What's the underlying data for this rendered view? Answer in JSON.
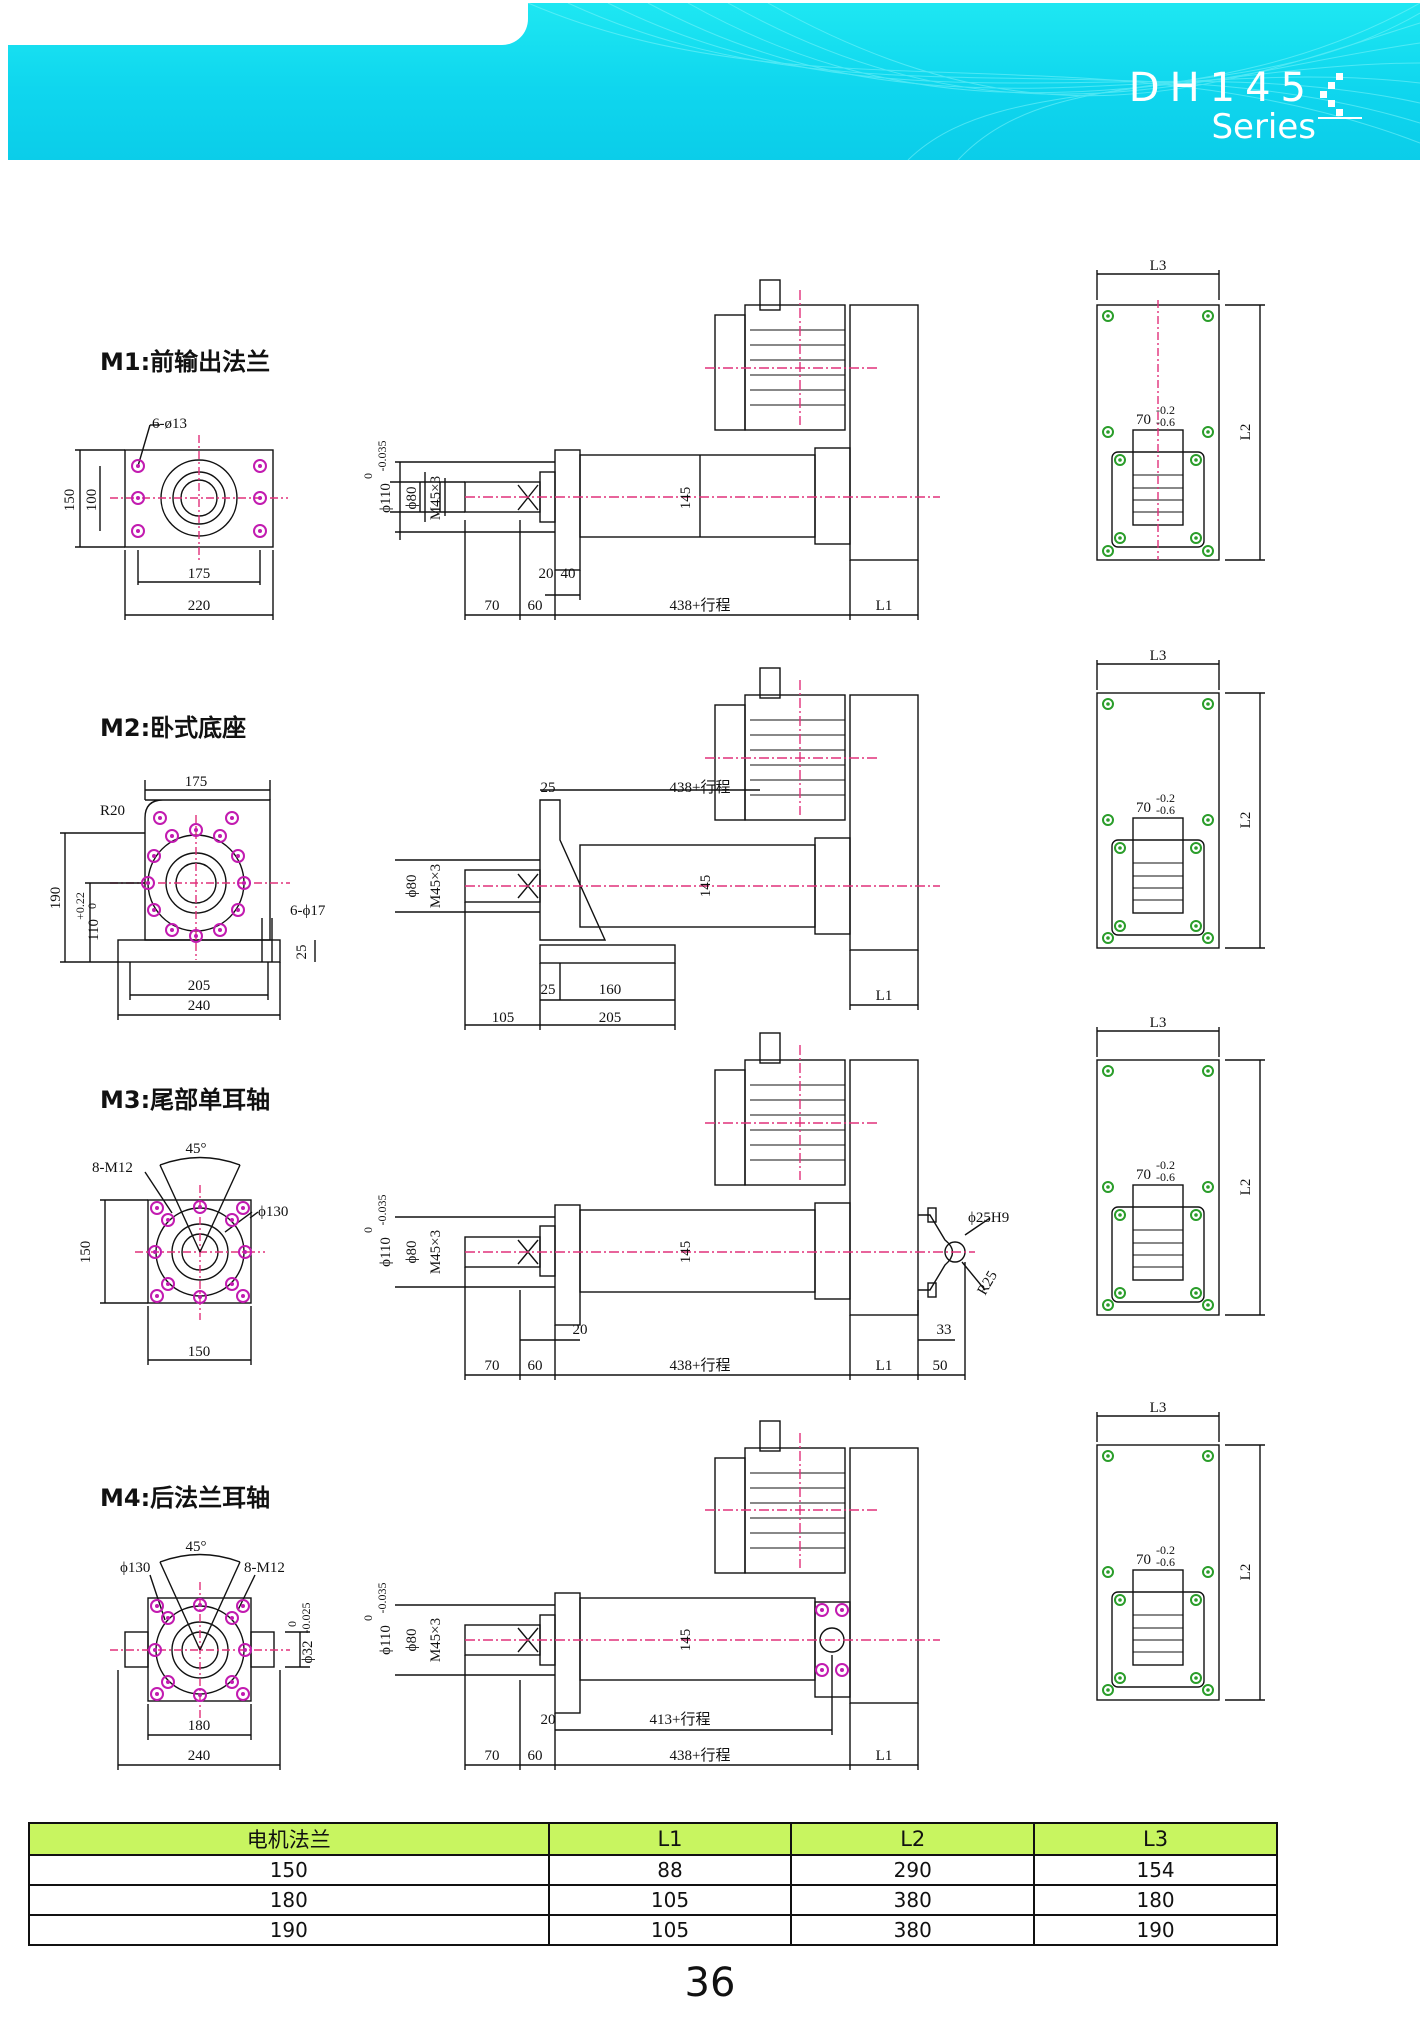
{
  "header": {
    "model": "DH145",
    "series": "Series"
  },
  "sections": [
    {
      "title": "M1:前输出法兰",
      "front": {
        "holes": "6-ø13",
        "height_outer": "150",
        "height_inner": "100",
        "width_inner": "175",
        "width_outer": "220"
      },
      "side": {
        "dia_tol": "ϕ110",
        "tol_upper": "0",
        "tol_lower": "-0.035",
        "dia2": "ϕ80",
        "thread": "M45×3",
        "section": "145",
        "d20": "20",
        "d40": "40",
        "d70": "70",
        "d60": "60",
        "stroke": "438+行程",
        "l1": "L1"
      }
    },
    {
      "title": "M2:卧式底座",
      "front": {
        "width_top": "175",
        "radius": "R20",
        "height_outer": "190",
        "height_inner": "110",
        "tol_upper": "+0.22",
        "tol_lower": "0",
        "holes": "6-ϕ17",
        "thick": "25",
        "width_inner": "205",
        "width_outer": "240"
      },
      "side": {
        "dia2": "ϕ80",
        "thread": "M45×3",
        "section": "145",
        "d25a": "25",
        "stroke": "438+行程",
        "d25b": "25",
        "d160": "160",
        "d105": "105",
        "d205": "205",
        "l1": "L1"
      }
    },
    {
      "title": "M3:尾部单耳轴",
      "front": {
        "angle": "45°",
        "holes": "8-M12",
        "pcd": "ϕ130",
        "height": "150",
        "width": "150"
      },
      "side": {
        "dia_tol": "ϕ110",
        "tol_upper": "0",
        "tol_lower": "-0.035",
        "dia2": "ϕ80",
        "thread": "M45×3",
        "section": "145",
        "pin": "ϕ25H9",
        "radius": "R25",
        "d20": "20",
        "d33": "33",
        "d70": "70",
        "d60": "60",
        "stroke": "438+行程",
        "l1": "L1",
        "d50": "50"
      }
    },
    {
      "title": "M4:后法兰耳轴",
      "front": {
        "pcd": "ϕ130",
        "angle": "45°",
        "holes": "8-M12",
        "shaft": "ϕ32",
        "tol_upper": "0",
        "tol_lower": "-0.025",
        "width_inner": "180",
        "width_outer": "240"
      },
      "side": {
        "dia_tol": "ϕ110",
        "tol_upper": "0",
        "tol_lower": "-0.035",
        "dia2": "ϕ80",
        "thread": "M45×3",
        "section": "145",
        "d20": "20",
        "stroke2": "413+行程",
        "d70": "70",
        "d60": "60",
        "stroke": "438+行程",
        "l1": "L1"
      }
    }
  ],
  "motor_view": {
    "l3": "L3",
    "l2": "L2",
    "d70": "70",
    "tol_upper": "-0.2",
    "tol_lower": "-0.6"
  },
  "table": {
    "headers": [
      "电机法兰",
      "L1",
      "L2",
      "L3"
    ],
    "rows": [
      [
        "150",
        "88",
        "290",
        "154"
      ],
      [
        "180",
        "105",
        "380",
        "180"
      ],
      [
        "190",
        "105",
        "380",
        "190"
      ]
    ]
  },
  "page_number": "36"
}
